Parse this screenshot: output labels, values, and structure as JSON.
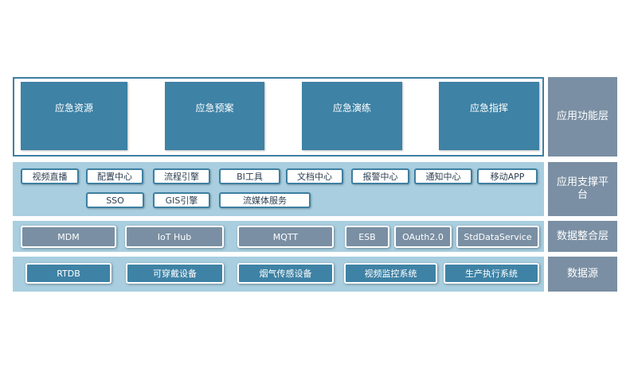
{
  "layers": {
    "app": {
      "label": "应用功能层",
      "items": [
        "应急资源",
        "应急预案",
        "应急演练",
        "应急指挥"
      ]
    },
    "support": {
      "label": "应用支撑平台",
      "row1": [
        "视频直播",
        "配置中心",
        "流程引擎",
        "BI工具",
        "文档中心",
        "报警中心",
        "通知中心",
        "移动APP"
      ],
      "row2": [
        "SSO",
        "GIS引擎",
        "流媒体服务"
      ]
    },
    "data": {
      "label": "数据整合层",
      "items": [
        "MDM",
        "IoT Hub",
        "MQTT",
        "ESB",
        "OAuth2.0",
        "StdDataService"
      ]
    },
    "source": {
      "label": "数据源",
      "items": [
        "RTDB",
        "可穿戴设备",
        "烟气传感设备",
        "视频监控系统",
        "生产执行系统"
      ]
    }
  }
}
